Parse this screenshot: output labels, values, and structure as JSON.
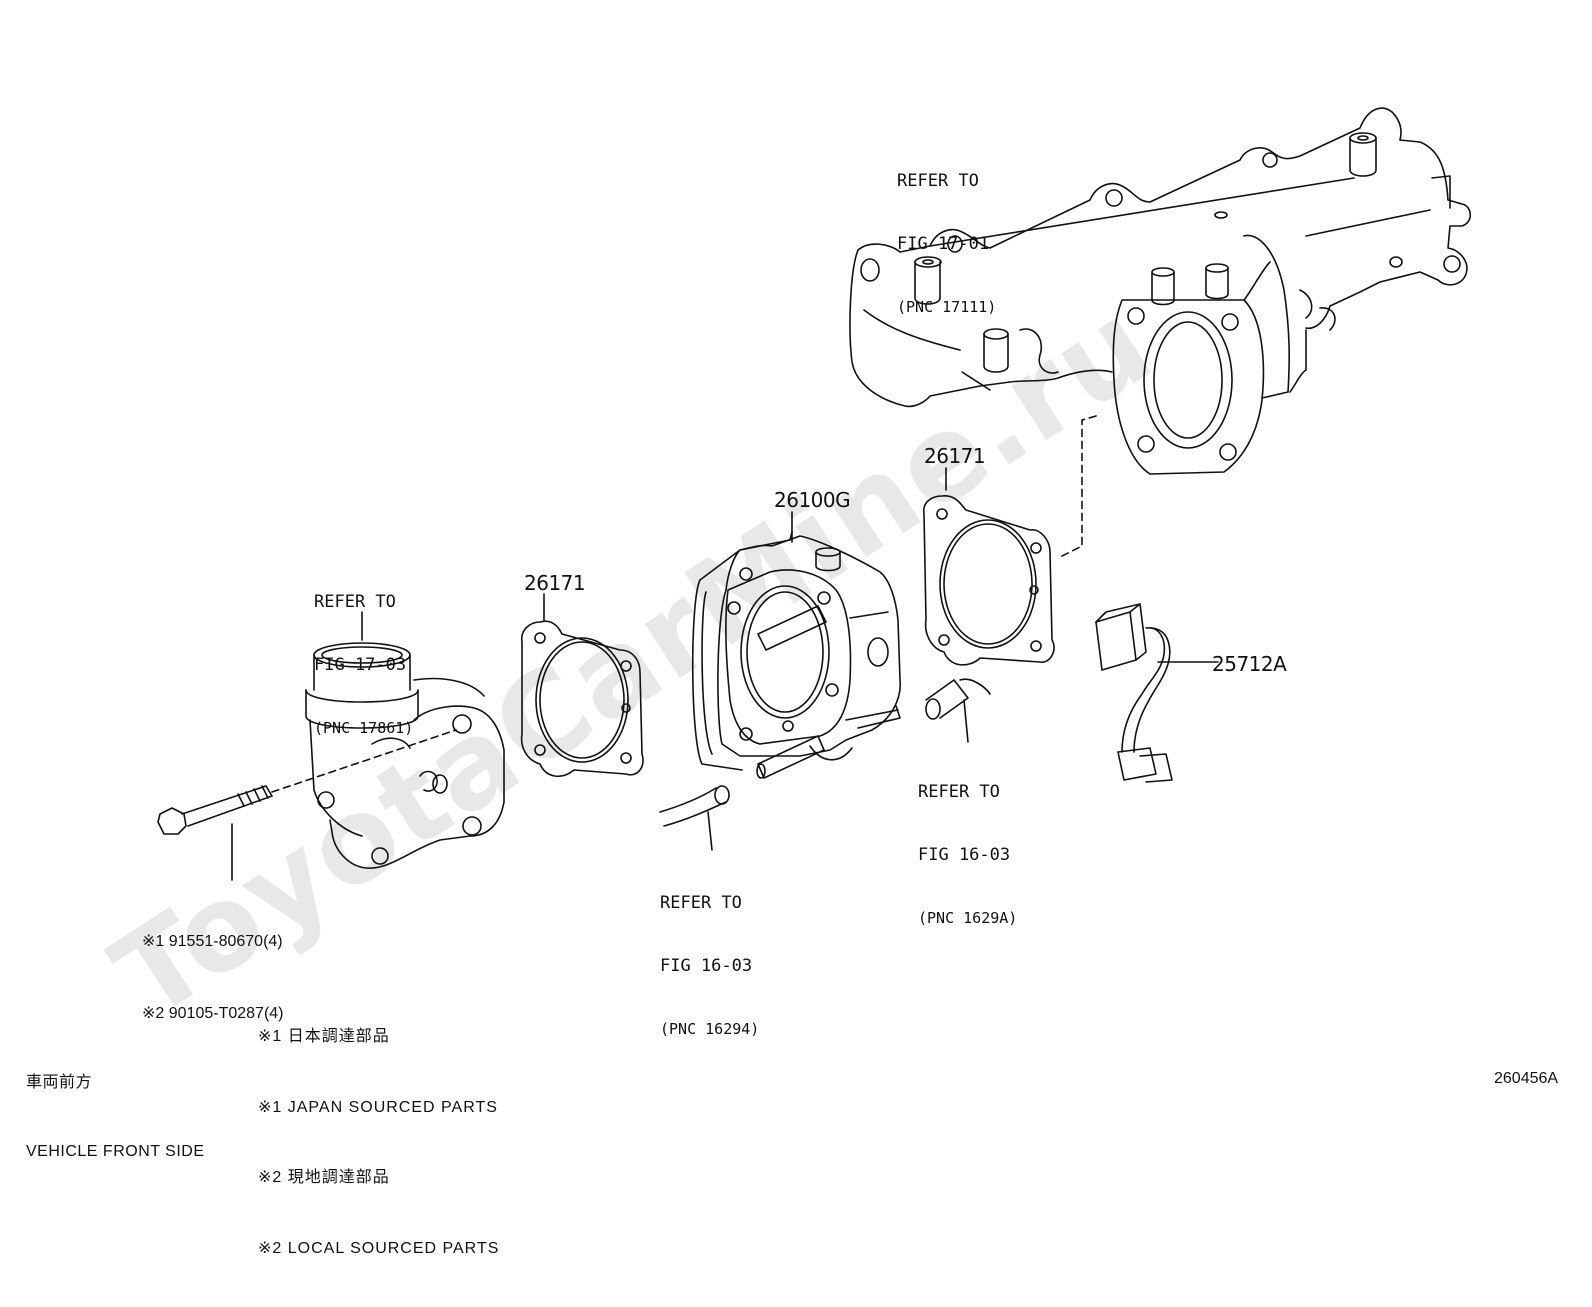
{
  "watermark": "ToyotaCarMine.ru",
  "references": {
    "upper_manifold": [
      "REFER TO",
      "FIG 17-01",
      "(PNC 17111)"
    ],
    "air_inlet": [
      "REFER TO",
      "FIG 17-03",
      "(PNC 17861)"
    ],
    "hose_right": [
      "REFER TO",
      "FIG 16-03",
      "(PNC 1629A)"
    ],
    "hose_left": [
      "REFER TO",
      "FIG 16-03",
      "(PNC 16294)"
    ]
  },
  "parts": {
    "gasket_right": "26171",
    "gasket_left": "26171",
    "throttle_body": "26100G",
    "wire_harness": "25712A"
  },
  "bolt_parts": [
    "※1 91551-80670(4)",
    "※2 90105-T0287(4)"
  ],
  "notes": [
    "※1 日本調達部品",
    "※1 JAPAN SOURCED PARTS",
    "※2 現地調達部品",
    "※2 LOCAL SOURCED PARTS"
  ],
  "vehicle_front": [
    "車両前方",
    "VEHICLE FRONT SIDE"
  ],
  "figure_id": "260456A"
}
